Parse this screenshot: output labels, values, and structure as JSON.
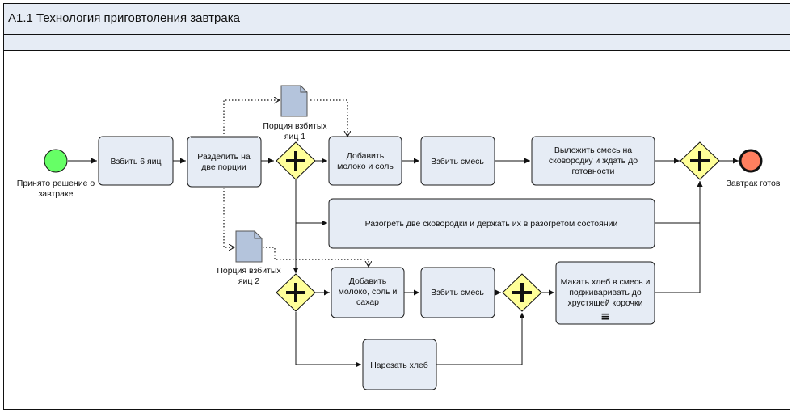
{
  "pool": {
    "title": "А1.1 Технология приговтоления завтрака"
  },
  "events": {
    "start": {
      "label_lines": [
        "Принято решение о",
        "завтраке"
      ]
    },
    "end": {
      "label_lines": [
        "Завтрак готов"
      ]
    }
  },
  "tasks": {
    "beat_eggs": {
      "lines": [
        "Взбить 6 яиц"
      ]
    },
    "split": {
      "lines": [
        "Разделить на",
        "две порции"
      ]
    },
    "add_milk_salt": {
      "lines": [
        "Добавить",
        "молоко и соль"
      ]
    },
    "beat_mix_1": {
      "lines": [
        "Взбить смесь"
      ]
    },
    "pour_pan": {
      "lines": [
        "Выложить смесь на",
        "сковородку и ждать до",
        "готовности"
      ]
    },
    "heat_pans": {
      "lines": [
        "Разогреть две сковородки и держать их в разогретом состоянии"
      ]
    },
    "add_milk_salt_sugar": {
      "lines": [
        "Добавить",
        "молоко, соль и",
        "сахар"
      ]
    },
    "beat_mix_2": {
      "lines": [
        "Взбить смесь"
      ]
    },
    "dip_bread": {
      "lines": [
        "Макать хлеб в смесь и",
        "подживаривать до",
        "хрустящей корочки"
      ],
      "marker": "≡"
    },
    "cut_bread": {
      "lines": [
        "Нарезать хлеб"
      ]
    }
  },
  "data_objects": {
    "portion1": {
      "lines": [
        "Порция взбитых",
        "яиц 1"
      ]
    },
    "portion2": {
      "lines": [
        "Порция взбитых",
        "яиц 2"
      ]
    }
  },
  "colors": {
    "task_fill": "#e6ecf5",
    "task_stroke": "#1a1a1a",
    "gateway_fill": "#ffff99",
    "start_fill": "#66ff66",
    "end_fill": "#ff7f5f",
    "data_fill": "#b4c4dc",
    "header_fill": "#e6ecf5"
  }
}
